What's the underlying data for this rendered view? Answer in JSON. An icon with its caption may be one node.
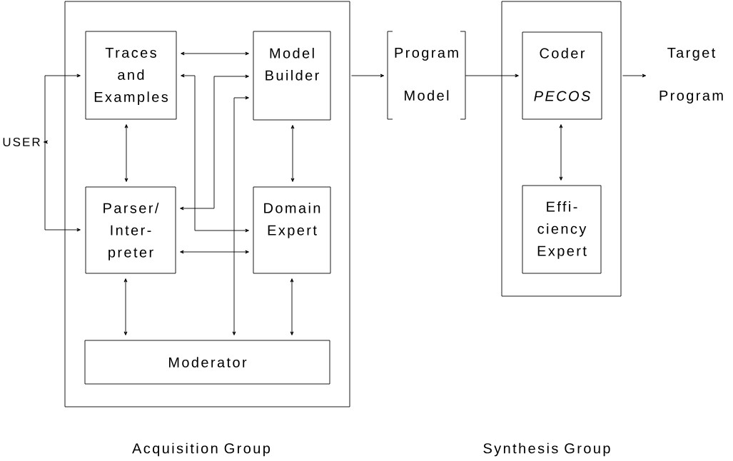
{
  "diagram": {
    "nodes": [
      {
        "text": [],
        "shape": "box"
      },
      {
        "text": [
          "Traces and Examples"
        ],
        "in": 0
      },
      {
        "text": [
          "Model Builder"
        ],
        "in": 0
      },
      {
        "text": [
          "Parser/ Inter- preter"
        ],
        "in": 0
      },
      {
        "text": [
          "Domain Expert"
        ],
        "in": 0
      },
      {
        "text": [
          "Moderator"
        ],
        "in": 0
      },
      {
        "text": [
          "USER"
        ]
      },
      {
        "text": [
          "Program Model"
        ]
      },
      {
        "text": [],
        "shape": "box"
      },
      {
        "text": [
          "Coder",
          "PECOS"
        ],
        "in": 8
      },
      {
        "text": [
          "Effi- ciency Expert"
        ],
        "in": 8
      },
      {
        "text": [
          "Target Program"
        ]
      }
    ],
    "edges": [
      {
        "from": 0,
        "to": 7,
        "arrow": "to"
      },
      {
        "from": 7,
        "to": 9,
        "arrow": "to"
      },
      {
        "from": 8,
        "to": 11,
        "arrow": "to"
      },
      {
        "from": 1,
        "to": 2,
        "arrow": "both"
      },
      {
        "from": 1,
        "to": 3,
        "arrow": "both"
      },
      {
        "from": 2,
        "to": 4,
        "arrow": "both"
      },
      {
        "from": 3,
        "to": 5,
        "arrow": "both"
      },
      {
        "from": 4,
        "to": 5,
        "arrow": "both"
      },
      {
        "from": 1,
        "to": 4,
        "arrow": "both"
      },
      {
        "from": 2,
        "to": 3,
        "arrow": "both"
      },
      {
        "from": 2,
        "to": 5,
        "arrow": "both"
      },
      {
        "from": 3,
        "to": 4,
        "arrow": "both"
      },
      {
        "from": 6,
        "to": 1,
        "arrow": "both"
      },
      {
        "from": 6,
        "to": 3,
        "arrow": "to"
      },
      {
        "from": 9,
        "to": 10,
        "arrow": "both"
      }
    ],
    "labels": [
      "Acquisition Group",
      "Synthesis Group"
    ]
  }
}
